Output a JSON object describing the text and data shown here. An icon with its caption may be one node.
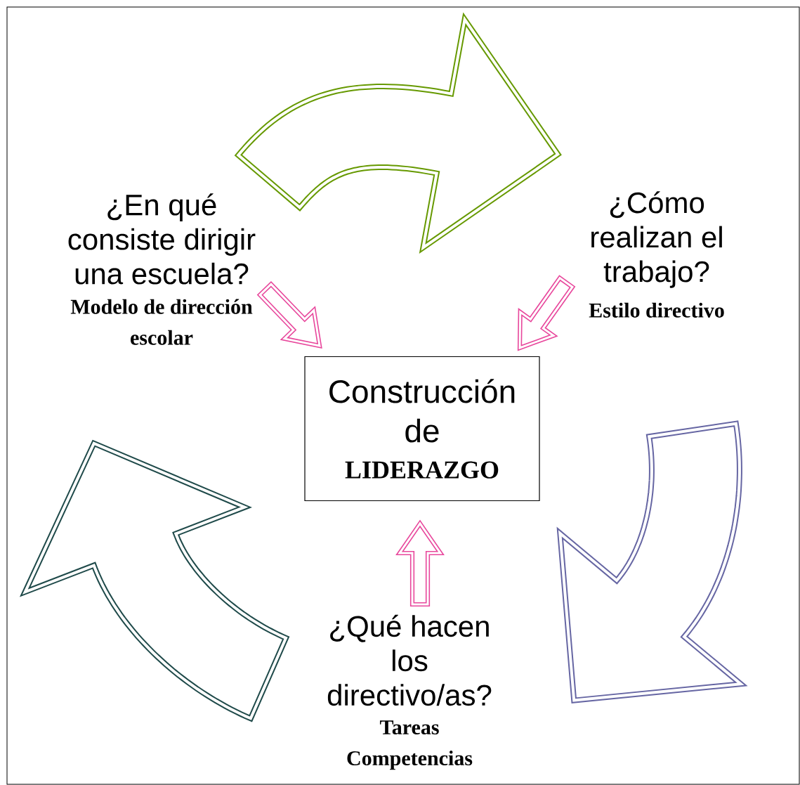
{
  "diagram": {
    "nodes": [
      {
        "text": [
          "¿En qué consiste dirigir una escuela?",
          "Modelo de dirección escolar"
        ]
      },
      {
        "text": [
          "¿Cómo realizan el trabajo?",
          "Estilo directivo"
        ]
      },
      {
        "text": [
          "Construcción de",
          "LIDERAZGO"
        ]
      },
      {
        "text": [
          "¿Qué hacen los directivo/as?",
          "Tareas Competencias"
        ]
      }
    ],
    "edges": [
      {
        "from": 0,
        "to": 2,
        "arrow": "to",
        "color": "#e8479c"
      },
      {
        "from": 1,
        "to": 2,
        "arrow": "to",
        "color": "#e8479c"
      },
      {
        "from": 3,
        "to": 2,
        "arrow": "to",
        "color": "#e8479c"
      }
    ]
  }
}
